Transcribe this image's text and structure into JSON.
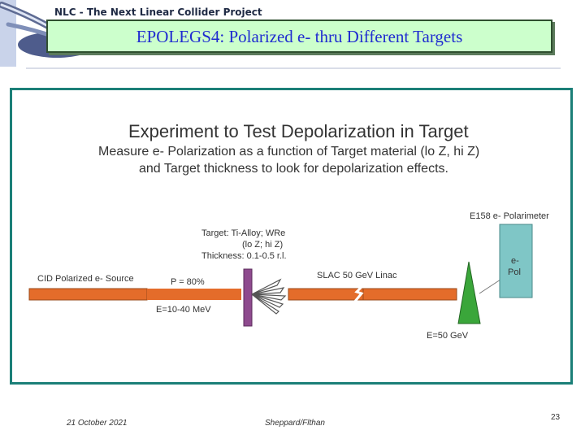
{
  "header": {
    "project": "NLC - The Next Linear Collider Project"
  },
  "slide": {
    "title": "EPOLEGS4: Polarized e- thru Different Targets"
  },
  "diagram": {
    "title": "Experiment to Test Depolarization in Target",
    "subtitle_line1": "Measure e- Polarization as a function of Target material (lo Z, hi Z)",
    "subtitle_line2": "and Target thickness to look for depolarization effects.",
    "source_label": "CID Polarized e- Source",
    "polarization_label": "P = 80%",
    "energy_in_label": "E=10-40 MeV",
    "target_line1": "Target: Ti-Alloy; WRe",
    "target_line2": "(lo Z; hi Z)",
    "target_line3": "Thickness: 0.1-0.5 r.l.",
    "linac_label": "SLAC 50 GeV Linac",
    "energy_out_label": "E=50 GeV",
    "polarimeter_label": "E158 e- Polarimeter",
    "polarimeter_box_line1": "e-",
    "polarimeter_box_line2": "Pol",
    "colors": {
      "beam": "#e46c2a",
      "target": "#8e4a8e",
      "spectrometer": "#3aa63a",
      "polarimeter": "#7fc6c6",
      "frame": "#1b7f78"
    }
  },
  "footer": {
    "date": "21 October 2021",
    "authors": "Sheppard/Flthan",
    "page": "23"
  }
}
